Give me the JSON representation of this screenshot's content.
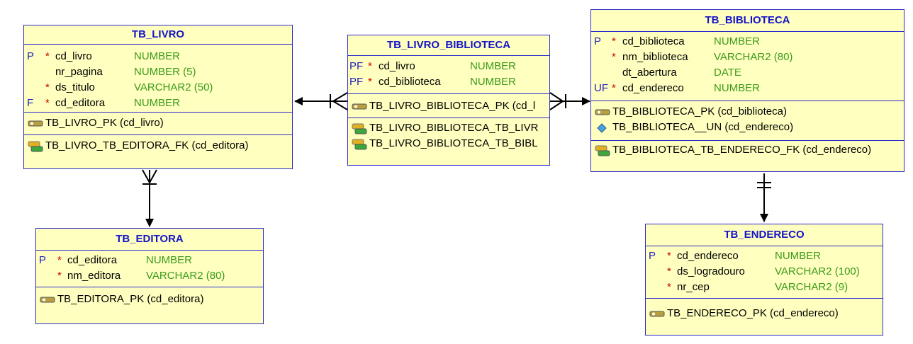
{
  "colors": {
    "border": "#2b2bcc",
    "fill": "#ffffc0",
    "title": "#1515c8",
    "type": "#3a9a1a",
    "required": "#cc0000"
  },
  "tables": {
    "livro": {
      "title": "TB_LIVRO",
      "columns": [
        {
          "key": "P",
          "required": "*",
          "name": "cd_livro",
          "type": "NUMBER"
        },
        {
          "key": "",
          "required": "",
          "name": "nr_pagina",
          "type": "NUMBER (5)"
        },
        {
          "key": "",
          "required": "*",
          "name": "ds_titulo",
          "type": "VARCHAR2 (50)"
        },
        {
          "key": "F",
          "required": "*",
          "name": "cd_editora",
          "type": "NUMBER"
        }
      ],
      "pk": [
        "TB_LIVRO_PK (cd_livro)"
      ],
      "fk": [
        "TB_LIVRO_TB_EDITORA_FK (cd_editora)"
      ]
    },
    "livro_biblioteca": {
      "title": "TB_LIVRO_BIBLIOTECA",
      "columns": [
        {
          "key": "PF",
          "required": "*",
          "name": "cd_livro",
          "type": "NUMBER"
        },
        {
          "key": "PF",
          "required": "*",
          "name": "cd_biblioteca",
          "type": "NUMBER"
        }
      ],
      "pk": [
        "TB_LIVRO_BIBLIOTECA_PK (cd_l"
      ],
      "fk": [
        "TB_LIVRO_BIBLIOTECA_TB_LIVR",
        "TB_LIVRO_BIBLIOTECA_TB_BIBL"
      ]
    },
    "biblioteca": {
      "title": "TB_BIBLIOTECA",
      "columns": [
        {
          "key": "P",
          "required": "*",
          "name": "cd_biblioteca",
          "type": "NUMBER"
        },
        {
          "key": "",
          "required": "*",
          "name": "nm_biblioteca",
          "type": "VARCHAR2 (80)"
        },
        {
          "key": "",
          "required": "",
          "name": "dt_abertura",
          "type": "DATE"
        },
        {
          "key": "UF",
          "required": "*",
          "name": "cd_endereco",
          "type": "NUMBER"
        }
      ],
      "pk": [
        "TB_BIBLIOTECA_PK (cd_biblioteca)"
      ],
      "uk": [
        "TB_BIBLIOTECA__UN (cd_endereco)"
      ],
      "fk": [
        "TB_BIBLIOTECA_TB_ENDERECO_FK (cd_endereco)"
      ]
    },
    "editora": {
      "title": "TB_EDITORA",
      "columns": [
        {
          "key": "P",
          "required": "*",
          "name": "cd_editora",
          "type": "NUMBER"
        },
        {
          "key": "",
          "required": "*",
          "name": "nm_editora",
          "type": "VARCHAR2 (80)"
        }
      ],
      "pk": [
        "TB_EDITORA_PK (cd_editora)"
      ]
    },
    "endereco": {
      "title": "TB_ENDERECO",
      "columns": [
        {
          "key": "P",
          "required": "*",
          "name": "cd_endereco",
          "type": "NUMBER"
        },
        {
          "key": "",
          "required": "*",
          "name": "ds_logradouro",
          "type": "VARCHAR2 (100)"
        },
        {
          "key": "",
          "required": "*",
          "name": "nr_cep",
          "type": "VARCHAR2 (9)"
        }
      ],
      "pk": [
        "TB_ENDERECO_PK (cd_endereco)"
      ]
    }
  },
  "relationships": [
    {
      "from": "livro_biblioteca",
      "to": "livro",
      "cardinality": "many-to-one"
    },
    {
      "from": "livro_biblioteca",
      "to": "biblioteca",
      "cardinality": "many-to-one"
    },
    {
      "from": "livro",
      "to": "editora",
      "cardinality": "many-to-one"
    },
    {
      "from": "biblioteca",
      "to": "endereco",
      "cardinality": "one-to-one"
    }
  ]
}
